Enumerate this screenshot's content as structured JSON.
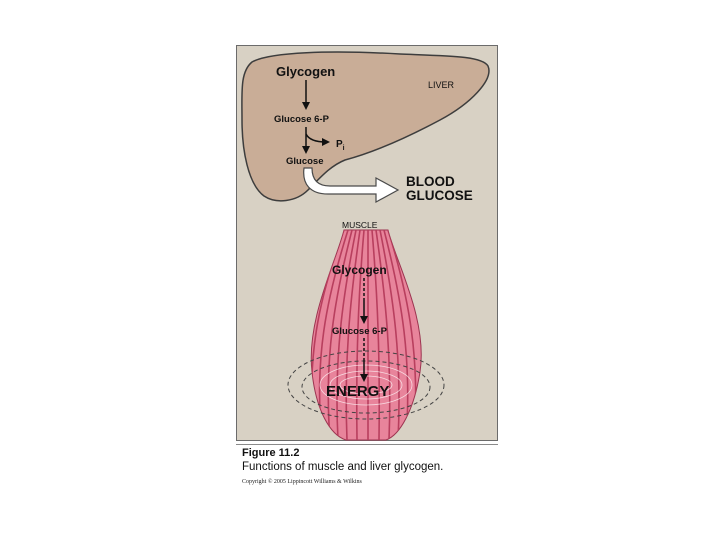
{
  "liver": {
    "label": "LIVER",
    "glycogen": "Glycogen",
    "glucose6p": "Glucose 6-P",
    "pi": "P",
    "pi_sub": "i",
    "glucose": "Glucose"
  },
  "blood_glucose": {
    "line1": "BLOOD",
    "line2": "GLUCOSE"
  },
  "muscle": {
    "label": "MUSCLE",
    "glycogen": "Glycogen",
    "glucose6p": "Glucose 6-P",
    "energy": "ENERGY"
  },
  "caption": {
    "figure": "Figure 11.2",
    "text": "Functions of muscle and liver glycogen.",
    "copyright": "Copyright © 2005 Lippincott Williams & Wilkins"
  },
  "colors": {
    "panel_bg": "#d8d1c4",
    "liver_fill": "#c9ad97",
    "muscle_fill": "#e8849b",
    "muscle_stripe": "#b83f5e"
  }
}
